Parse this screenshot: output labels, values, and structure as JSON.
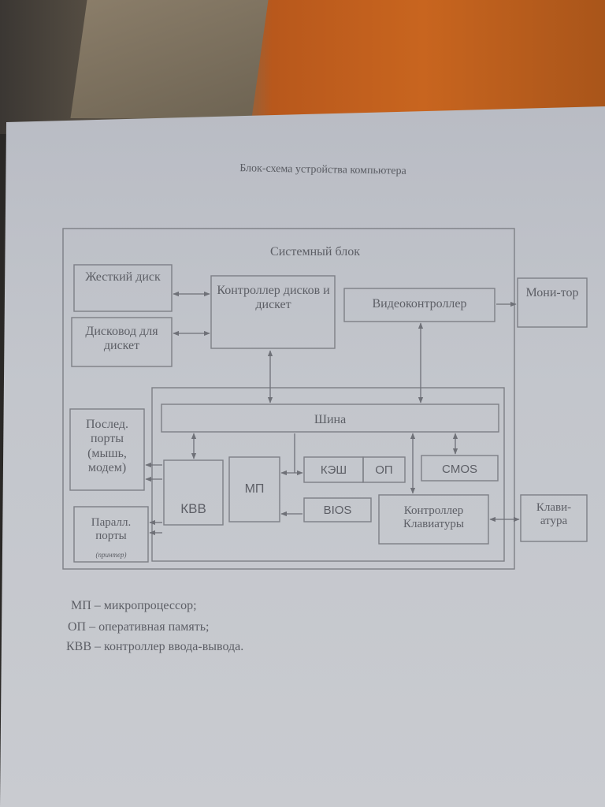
{
  "title": "Блок-схема устройства компьютера",
  "system_block_label": "Системный блок",
  "blocks": {
    "hdd": "Жесткий диск",
    "floppy": "Дисковод для дискет",
    "disk_ctrl": "Контроллер дисков и дискет",
    "video_ctrl": "Видеоконтроллер",
    "monitor": "Мони-тор",
    "bus": "Шина",
    "serial": "Послед. порты (мышь, модем)",
    "parallel": "Паралл. порты",
    "parallel_note": "(принтер)",
    "kvv": "КВВ",
    "mp": "МП",
    "cache": "КЭШ",
    "op": "ОП",
    "cmos": "CMOS",
    "bios": "BIOS",
    "kbd_ctrl": "Контроллер Клавиатуры",
    "keyboard": "Клави-атура"
  },
  "legend": [
    "МП – микропроцессор;",
    "ОП – оперативная память;",
    "КВВ – контроллер ввода-вывода."
  ]
}
